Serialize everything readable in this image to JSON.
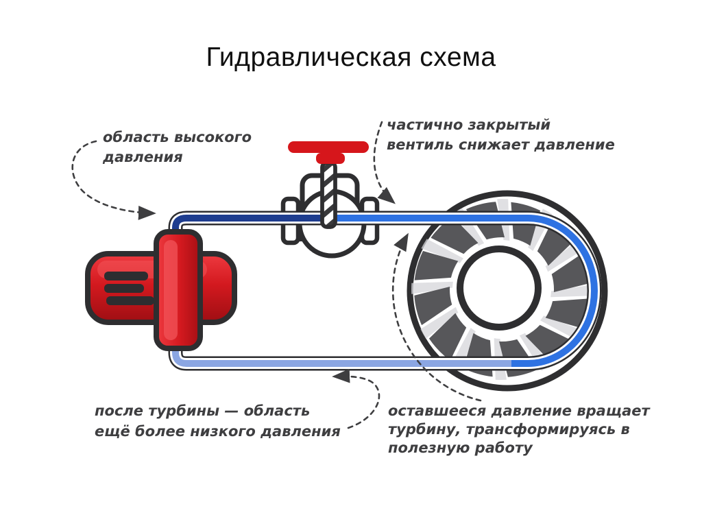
{
  "slide": {
    "title": "Гидравлическая схема"
  },
  "annotations": {
    "high_pressure": {
      "lines": [
        "область высокого",
        "давления"
      ]
    },
    "valve_note": {
      "lines": [
        "частично закрытый",
        "вентиль снижает давление"
      ]
    },
    "low_pressure": {
      "lines": [
        "после турбины — область",
        "ещё более низкого давления"
      ]
    },
    "turbine_note": {
      "lines": [
        "оставшееся давление вращает",
        "турбину, трансформируясь в",
        "полезную работу"
      ]
    }
  },
  "colors": {
    "pipe_high_pressure": "#1e3d8f",
    "pipe_mid_pressure": "#2e72e2",
    "pipe_low_pressure": "#8ba6e2",
    "pipe_outline": "#2e2e30",
    "component_red": "#d6161b",
    "component_red_dark": "#9e0e13",
    "turbine_blade_gray": "#57575a",
    "annotation_text": "#3e3e40",
    "title_text": "#101010"
  }
}
